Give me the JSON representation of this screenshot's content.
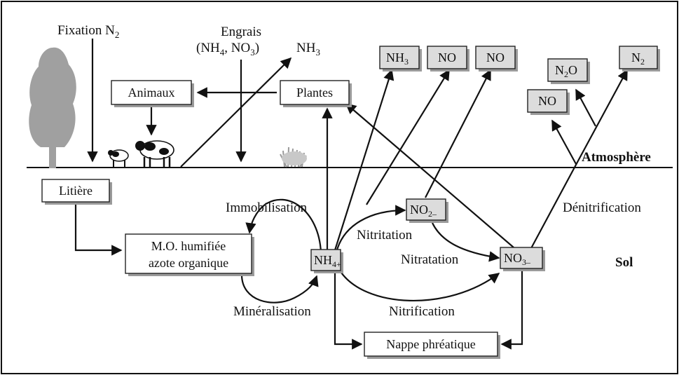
{
  "labels": {
    "fixation_n2": "Fixation N",
    "fixation_sub": "2",
    "engrais_title": "Engrais",
    "engrais_formula_open": "(NH",
    "engrais_sub1": "4",
    "engrais_formula_mid": ", NO",
    "engrais_sub2": "3",
    "engrais_formula_close": ")",
    "nh3_top": "NH",
    "nh3_top_sub": "3",
    "immobilisation": "Immobilisation",
    "mineralisation": "Minéralisation",
    "nitritation": "Nitritation",
    "nitratation": "Nitratation",
    "nitrification": "Nitrification",
    "denitrification": "Dénitrification",
    "atmosphere": "Atmosphère",
    "sol": "Sol"
  },
  "boxes": {
    "animaux": "Animaux",
    "plantes": "Plantes",
    "litiere": "Litière",
    "mo_line1": "M.O. humifiée",
    "mo_line2": "azote organique",
    "nappe": "Nappe phréatique",
    "nh4": "NH",
    "nh4_sub": "4+",
    "no2": "NO",
    "no2_sub": "2–",
    "no3": "NO",
    "no3_sub": "3–",
    "nh3": "NH",
    "nh3_sub": "3",
    "no_a": "NO",
    "no_b": "NO",
    "no_c": "NO",
    "n2o": "N",
    "n2o_sub": "2",
    "n2o_tail": "O",
    "n2": "N",
    "n2_sub": "2"
  },
  "colors": {
    "gray_box": "#dcdcdc",
    "tree": "#a0a0a0",
    "grass": "#b5b5b5"
  },
  "icons": [
    "tree-icon",
    "cow-icon",
    "calf-icon",
    "grass-icon"
  ]
}
